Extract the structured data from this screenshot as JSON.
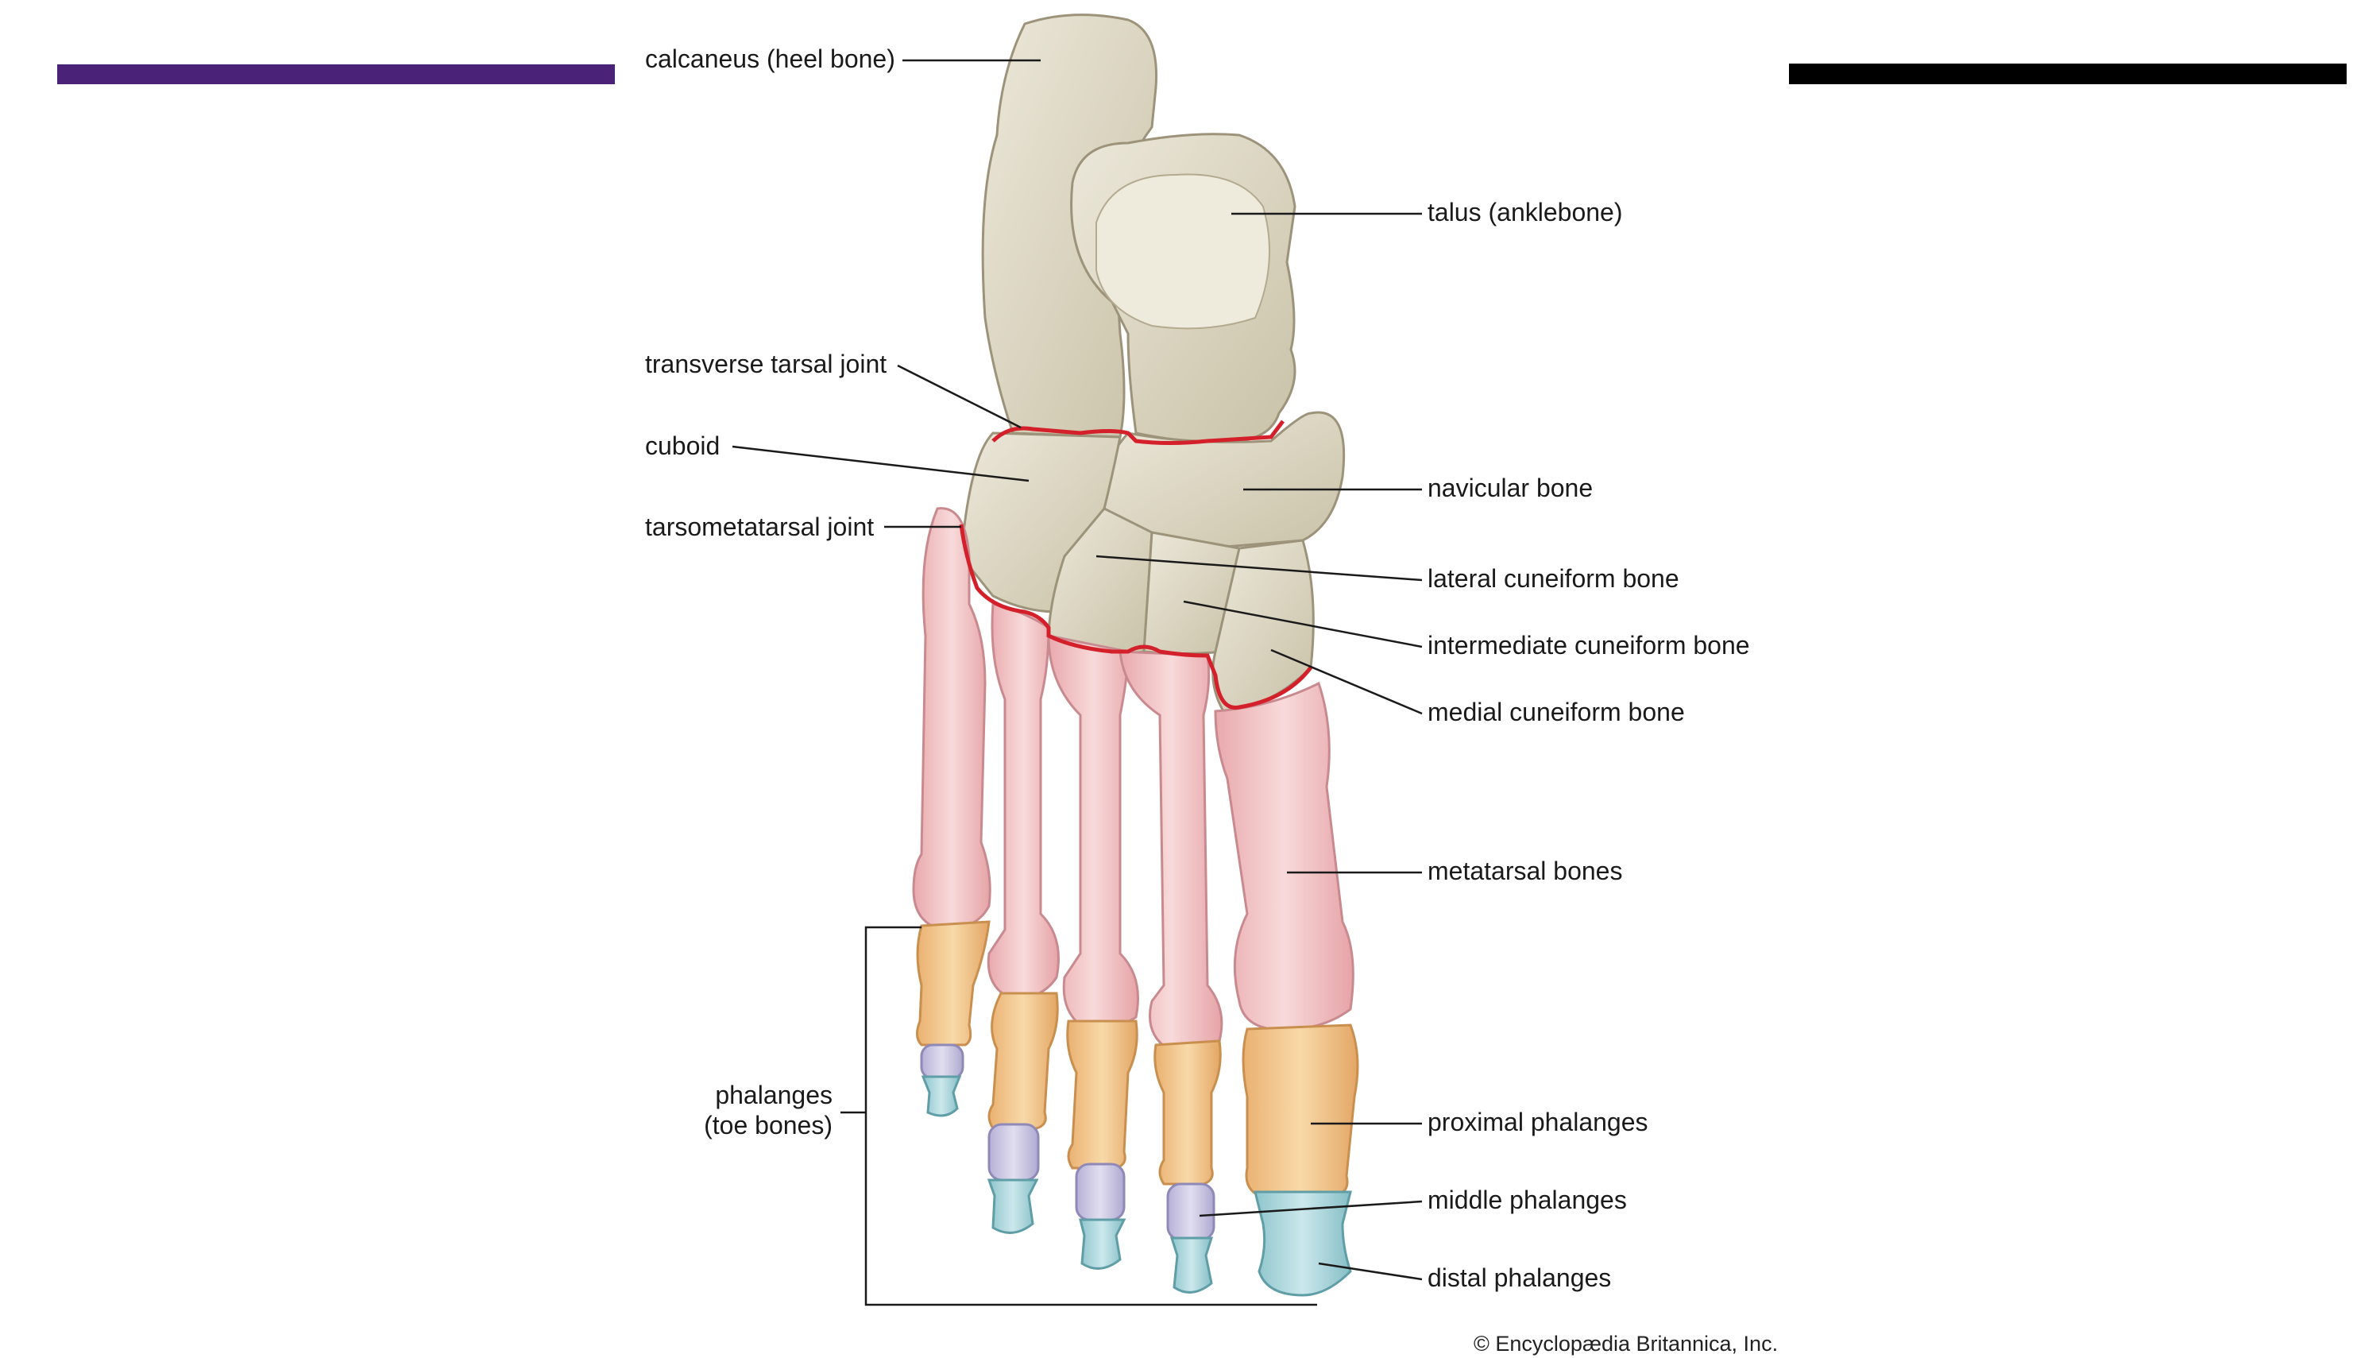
{
  "colors": {
    "left_bar": "#4a2378",
    "right_bar": "#000000",
    "tarsal_bone": "#ddd8c6",
    "metatarsal_bone": "#f4c3c3",
    "proximal_phalanx": "#f3c488",
    "middle_phalanx": "#c9c5e0",
    "distal_phalanx": "#a9d3d8",
    "joint_line": "#d4202a",
    "leader_line": "#1a1a1a"
  },
  "labels": {
    "calcaneus": "calcaneus (heel bone)",
    "talus": "talus (anklebone)",
    "transverse_tarsal_joint": "transverse tarsal joint",
    "cuboid": "cuboid",
    "navicular": "navicular bone",
    "tarsometatarsal_joint": "tarsometatarsal joint",
    "lateral_cuneiform": "lateral cuneiform bone",
    "intermediate_cuneiform": "intermediate cuneiform bone",
    "medial_cuneiform": "medial cuneiform bone",
    "metatarsal": "metatarsal bones",
    "phalanges_line1": "phalanges",
    "phalanges_line2": "(toe bones)",
    "proximal_phalanges": "proximal phalanges",
    "middle_phalanges": "middle phalanges",
    "distal_phalanges": "distal phalanges"
  },
  "credit": "© Encyclopædia Britannica, Inc."
}
